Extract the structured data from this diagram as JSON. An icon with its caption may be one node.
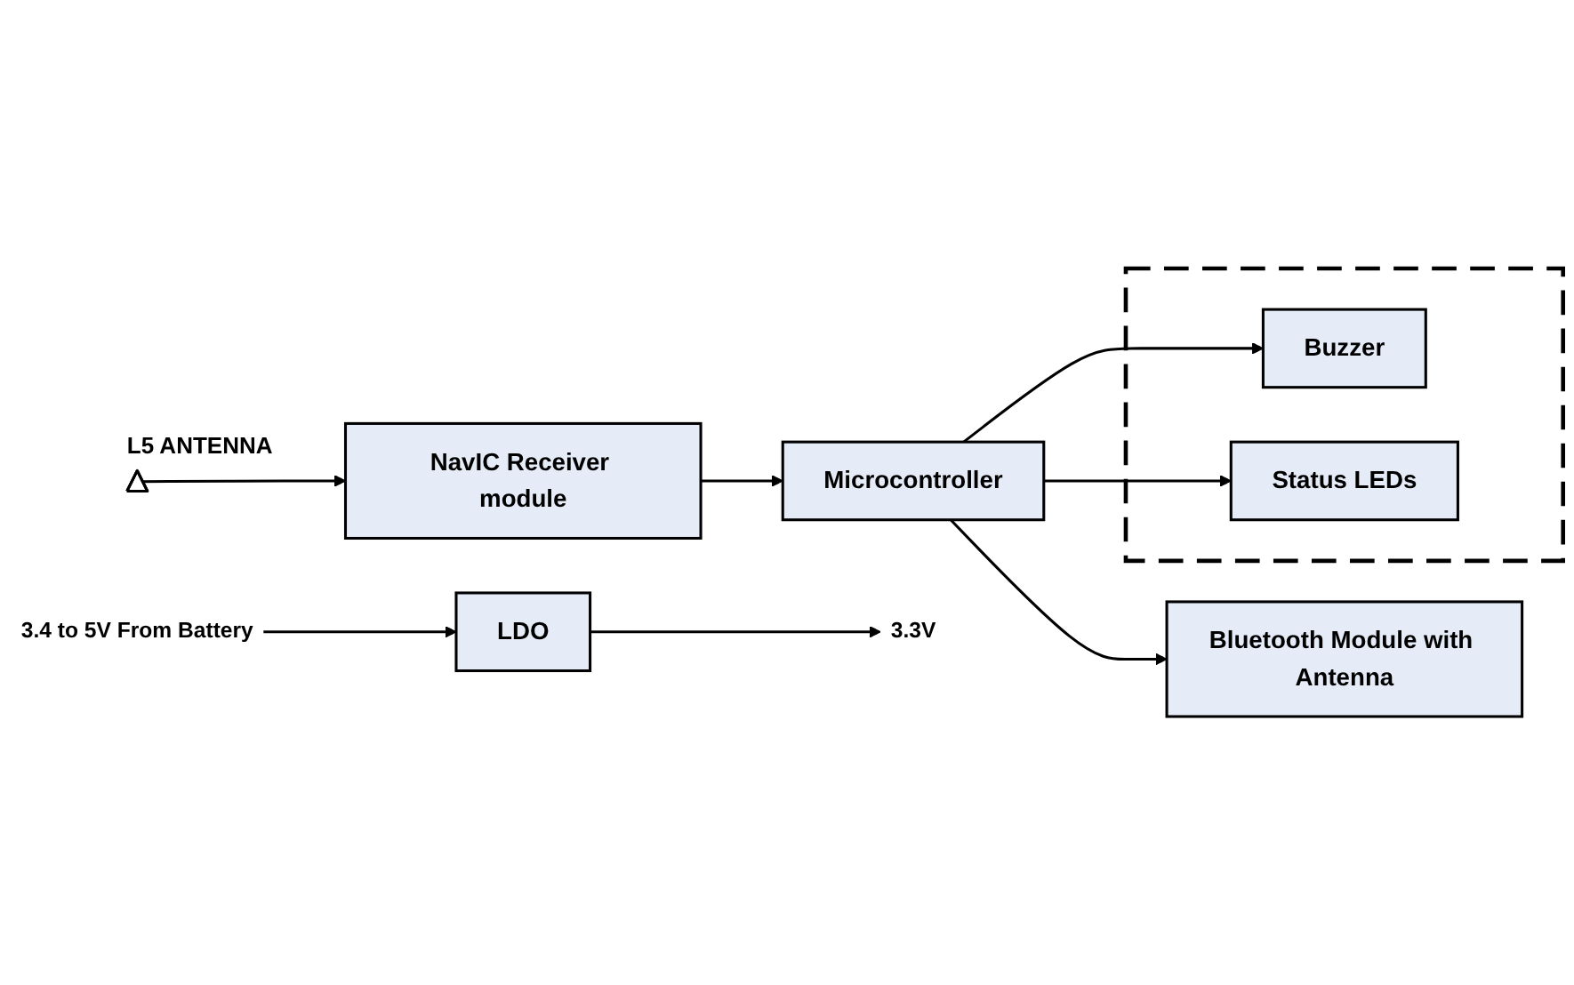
{
  "diagram": {
    "nodes": [
      {
        "text": [],
        "shape": "triangle",
        "beside": [
          "L5 ANTENNA"
        ]
      },
      {
        "text": [
          "NavIC Receiver module"
        ]
      },
      {
        "text": [
          "Microcontroller"
        ]
      },
      {
        "text": [
          "Bluetooth Module with Antenna"
        ]
      },
      {
        "text": [
          "LDO"
        ]
      },
      {
        "text": [],
        "shape": "box"
      },
      {
        "text": [
          "Buzzer"
        ],
        "in": 5
      },
      {
        "text": [
          "Status LEDs"
        ],
        "in": 5
      },
      {
        "text": [
          "3.3V"
        ]
      },
      {
        "text": [
          "3.4 to 5V From Battery"
        ]
      }
    ],
    "edges": [
      {
        "from": 0,
        "to": 1,
        "arrow": "to"
      },
      {
        "from": 1,
        "to": 2,
        "arrow": "to"
      },
      {
        "from": 2,
        "to": 3,
        "arrow": "to"
      },
      {
        "from": 2,
        "to": 6,
        "arrow": "to"
      },
      {
        "from": 2,
        "to": 7,
        "arrow": "to"
      },
      {
        "from": 4,
        "to": 8,
        "arrow": "to"
      },
      {
        "from": 9,
        "to": 4,
        "arrow": "to"
      }
    ]
  }
}
